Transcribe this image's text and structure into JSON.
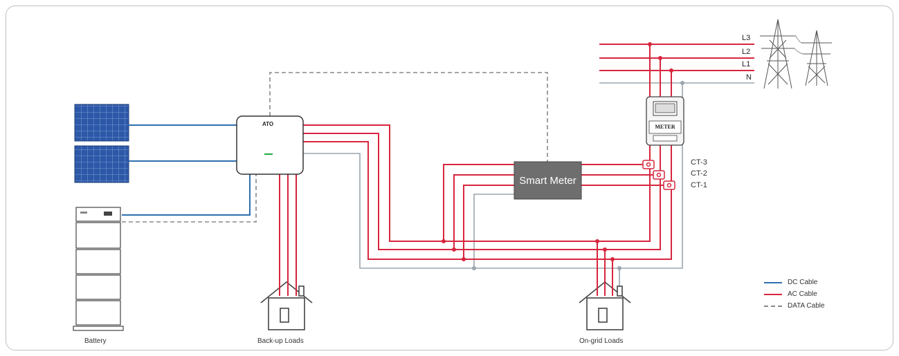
{
  "labels": {
    "battery": "Battery",
    "backup_loads": "Back-up Loads",
    "ongrid_loads": "On-grid Loads",
    "smart_meter": "Smart Meter",
    "meter": "METER",
    "inverter_logo": "ATO"
  },
  "phases": [
    "L3",
    "L2",
    "L1",
    "N"
  ],
  "current_transformers": [
    "CT-3",
    "CT-2",
    "CT-1"
  ],
  "legend": [
    {
      "label": "DC Cable",
      "color": "#2f6fb0",
      "style": "solid"
    },
    {
      "label": "AC Cable",
      "color": "#d7263d",
      "style": "solid"
    },
    {
      "label": "DATA Cable",
      "color": "#888888",
      "style": "dashed"
    }
  ],
  "colors": {
    "dc": "#2f6fb0",
    "ac": "#d7263d",
    "neutral": "#9aa5ad",
    "data": "#888888",
    "smart_meter_fill": "#6e6e6e",
    "panel": "#2d58a8"
  }
}
